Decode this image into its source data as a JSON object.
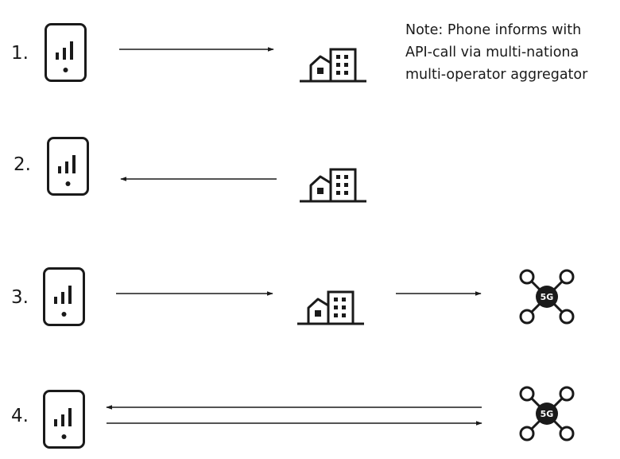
{
  "steps": [
    {
      "label": "1.",
      "arrows": [
        {
          "from": "phone",
          "to": "building",
          "direction": "right"
        }
      ]
    },
    {
      "label": "2.",
      "arrows": [
        {
          "from": "building",
          "to": "phone",
          "direction": "left"
        }
      ]
    },
    {
      "label": "3.",
      "arrows": [
        {
          "from": "phone",
          "to": "building",
          "direction": "right"
        },
        {
          "from": "building",
          "to": "network",
          "direction": "right"
        }
      ]
    },
    {
      "label": "4.",
      "arrows": [
        {
          "from": "network",
          "to": "phone",
          "direction": "left"
        },
        {
          "from": "phone",
          "to": "network",
          "direction": "right"
        }
      ]
    }
  ],
  "note": {
    "lines": [
      "Note: Phone informs with",
      "API-call via multi-nationa",
      "multi-operator aggregator"
    ]
  },
  "network": {
    "badge": "5G"
  },
  "icons": {
    "phone": "smartphone-signal-icon",
    "building": "enterprise-building-icon",
    "network": "5g-network-hub-icon"
  },
  "colors": {
    "ink": "#1a1a1a",
    "background": "#ffffff"
  }
}
